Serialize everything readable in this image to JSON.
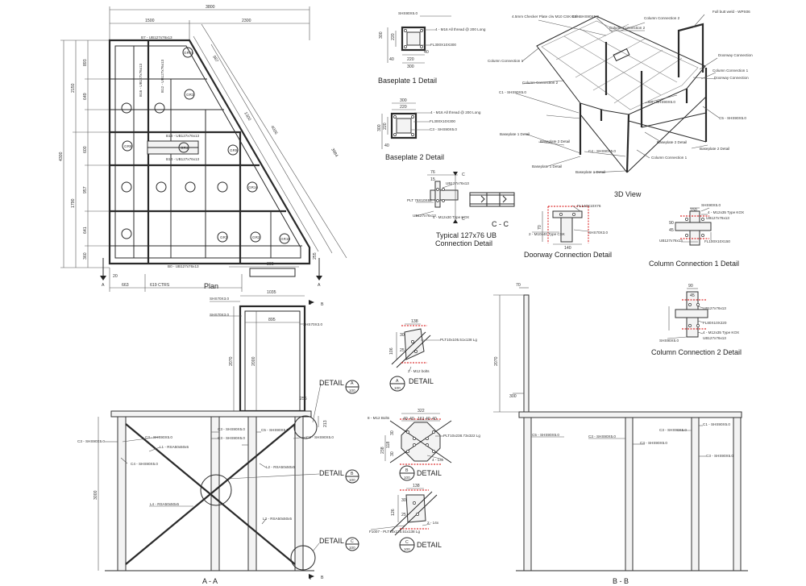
{
  "views": {
    "plan": "Plan",
    "baseplate1": "Baseplate 1 Detail",
    "baseplate2": "Baseplate 2 Detail",
    "typical_conn_1": "Typical 127x76 UB",
    "typical_conn_2": "Connection Detail",
    "cc": "C - C",
    "view3d": "3D View",
    "doorway": "Doorway Connection Detail",
    "col1": "Column Connection 1 Detail",
    "col2": "Column Connection 2 Detail",
    "aa": "A - A",
    "bb": "B - B"
  },
  "details": [
    {
      "word": "DETAIL",
      "letter": "A",
      "scale": "100"
    },
    {
      "word": "DETAIL",
      "letter": "B",
      "scale": "100"
    },
    {
      "word": "DETAIL",
      "letter": "C",
      "scale": "100"
    }
  ],
  "plan": {
    "dims_top": [
      "3800",
      "1500",
      "2300"
    ],
    "dims_left": [
      "4300",
      "2150",
      "893",
      "649",
      "600",
      "1790",
      "957",
      "641",
      "360"
    ],
    "dims_right": [
      "3984",
      "4006",
      "1300",
      "987",
      "255"
    ],
    "dims_bottom": [
      "663",
      "619 CTRS",
      "895",
      "20"
    ],
    "beams": [
      "B7 - UB127x76x13",
      "B12 - UB127x76x13",
      "B13 - UB127x76x13",
      "B14 - UB127x76x13",
      "B16 - UB127x76x13",
      "B0 - UB127x76x13"
    ],
    "grates": [
      "GR15",
      "GR3",
      "GR4",
      "GR8",
      "GR9",
      "GR16",
      "GR2",
      "GR10",
      "GR1"
    ],
    "section_marks": [
      "A",
      "A"
    ]
  },
  "baseplate1": {
    "labels": [
      "SHS90X5.0",
      "4 - M16 All thread @ 200 Long",
      "FL300X10X300"
    ],
    "dims": [
      "300",
      "220",
      "40",
      "40",
      "220",
      "300"
    ]
  },
  "baseplate2": {
    "labels": [
      "4 - M16 All thread @ 200 Long",
      "FL300X10X300",
      "C3 - SHS90X5.0"
    ],
    "dims": [
      "300",
      "220",
      "300",
      "220",
      "40"
    ]
  },
  "typical_conn": {
    "labels": [
      "PLT 76X10X92",
      "UB127x76x13",
      "UB127x76x13",
      "4 - M12x30 Type KOX"
    ],
    "dims": [
      "76",
      "15",
      "C",
      "C"
    ]
  },
  "view3d": {
    "labels": [
      "4.5mm Checker Plate c/w M10 CSK Bolts",
      "C3 - SHS90X5.0",
      "Column Connection 2",
      "Column Connection 2",
      "Full butt weld - WPS06",
      "Column Connection 1",
      "Doorway Connection",
      "Column Connection 1",
      "Doorway Connection",
      "Column Connection 2",
      "C1 - SHS90X5.0",
      "C3 - SHS90X5.0",
      "C5 - SHS90X5.0",
      "Baseplate 1 Detail",
      "Baseplate 2 Detail",
      "Baseplate 2 Detail",
      "C4 - SHS90X5.0",
      "Baseplate 2 Detail",
      "Column Connection 1",
      "Baseplate 1 Detail",
      "Baseplate 1 Detail"
    ]
  },
  "doorway": {
    "labels": [
      "FL140X10X76",
      "2 - M10x40 Type CSK",
      "SHS70X3.0"
    ],
    "dims": [
      "140",
      "70"
    ]
  },
  "col1": {
    "labels": [
      "SHS90X5.0",
      "4 - M12x35 Type KOX",
      "UB127x76x13",
      "FL100X10X150",
      "UB127x76x13"
    ],
    "dims": [
      "150",
      "90",
      "45"
    ]
  },
  "col2": {
    "labels": [
      "UB127x76x13",
      "FL80X10X220",
      "4 - M12x35 Type KOX",
      "UB127x76x13",
      "SHS90X5.0"
    ],
    "dims": [
      "90",
      "45"
    ]
  },
  "aa": {
    "labels": [
      "SHS70X3.0",
      "SHS70X3.0",
      "SHS70X3.0",
      "C3 - SHS90X5.0",
      "C3 - SHS90X5.0",
      "C4 - SHS90X5.0",
      "L1 - RSA50x50x5",
      "C3 - SHS90X5.0",
      "C3 - SHS90X5.0",
      "C5 - SHS90X5.0",
      "C2 - SHS90X5.0",
      "L2 - RSA50x50x5",
      "L4 - RSA50x50x5",
      "L3 - RSA50x50x5"
    ],
    "dims": [
      "1035",
      "895",
      "2070",
      "2000",
      "256",
      "213",
      "3000"
    ],
    "marks": [
      "B",
      "B"
    ]
  },
  "detail_a": {
    "labels": [
      "PLT10x105.51x138 Lg",
      "2 - M12 bolts"
    ],
    "dims": [
      "138",
      "106",
      "30",
      "25"
    ]
  },
  "detail_b": {
    "labels": [
      "8 - M12 Bolts",
      "PLT10x238.73x322 Lg",
      "4 - 14x"
    ],
    "dims": [
      "322",
      "40",
      "40",
      "161",
      "40",
      "40",
      "30",
      "30",
      "118",
      "238"
    ]
  },
  "detail_c": {
    "labels": [
      "F1007 - PLT10x125.51x138 Lg",
      "2 - 14x"
    ],
    "dims": [
      "138",
      "126",
      "30",
      "25"
    ]
  },
  "bb": {
    "labels": [
      "C5 - SHS90X5.0",
      "C3 - SHS90X5.0",
      "C3 - SHS90X5.0",
      "C3 - SHS90X5.0",
      "C1 - SHS90X5.0",
      "C3 - SHS90X5.0"
    ],
    "dims": [
      "70",
      "2070",
      "300"
    ]
  }
}
